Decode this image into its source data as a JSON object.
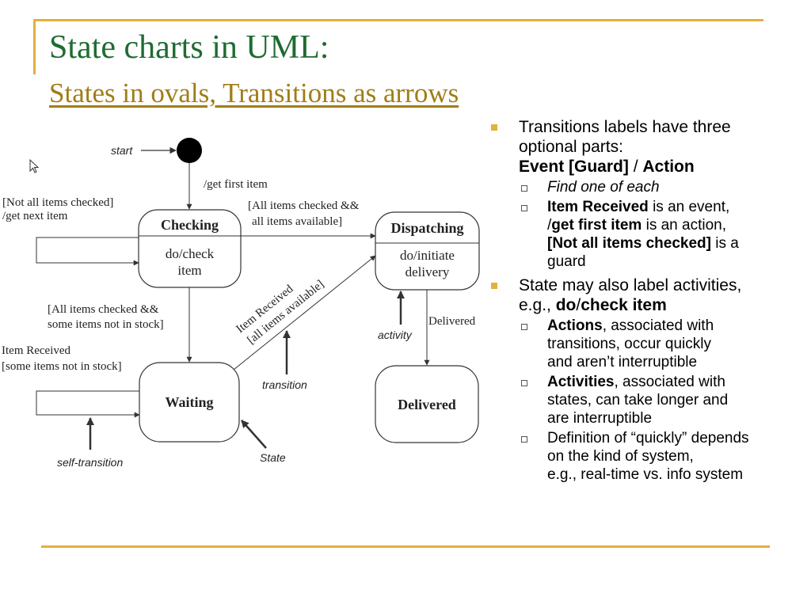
{
  "header": {
    "title": "State charts in UML:",
    "subtitle": "States in ovals, Transitions as arrows"
  },
  "diagram": {
    "start_label": "start",
    "states": {
      "checking": {
        "name": "Checking",
        "activity_1": "do/check",
        "activity_2": "item"
      },
      "dispatching": {
        "name": "Dispatching",
        "activity_1": "do/initiate",
        "activity_2": "delivery"
      },
      "waiting": {
        "name": "Waiting"
      },
      "delivered": {
        "name": "Delivered"
      }
    },
    "transitions": {
      "get_first_item": "/get first item",
      "not_all_checked_1": "[Not all items checked]",
      "not_all_checked_2": "/get next item",
      "all_checked_available_1": "[All items checked &&",
      "all_checked_available_2": "all items available]",
      "all_checked_not_stock_1": "[All items checked &&",
      "all_checked_not_stock_2": "some items not in stock]",
      "item_received_1": "Item Received",
      "item_received_2": "[some items not in stock]",
      "diag_1": "Item Received",
      "diag_2": "[all items available]",
      "delivered": "Delivered"
    },
    "annotations": {
      "activity": "activity",
      "transition": "transition",
      "self_transition": "self-transition",
      "state": "State"
    }
  },
  "bullets": {
    "b1": {
      "line1": "Transitions labels have three",
      "line2": "optional parts:",
      "event_guard": "Event [Guard]",
      "slash": " / ",
      "action": "Action",
      "sub1": "Find one of each",
      "sub2": {
        "item_received": "Item Received",
        "is_event": " is an event,",
        "slash": "/",
        "get_first_item": "get first item",
        "is_action": " is an action,",
        "not_all_checked": "[Not all items checked]",
        "is_a": " is a",
        "guard": "guard"
      }
    },
    "b2": {
      "line1": "State may also label activities,",
      "eg": "e.g., ",
      "do": "do",
      "slash": "/",
      "check_item": "check item",
      "sub1": {
        "term": "Actions",
        "rest1": ", associated with",
        "rest2": "transitions, occur quickly",
        "rest3": "and aren’t interruptible"
      },
      "sub2": {
        "term": "Activities",
        "rest1": ", associated with",
        "rest2": "states, can take longer and",
        "rest3": "are interruptible"
      },
      "sub3": {
        "line1": "Definition of “quickly” depends",
        "line2": "on the kind of system,",
        "line3": "e.g., real-time vs. info system"
      }
    }
  }
}
